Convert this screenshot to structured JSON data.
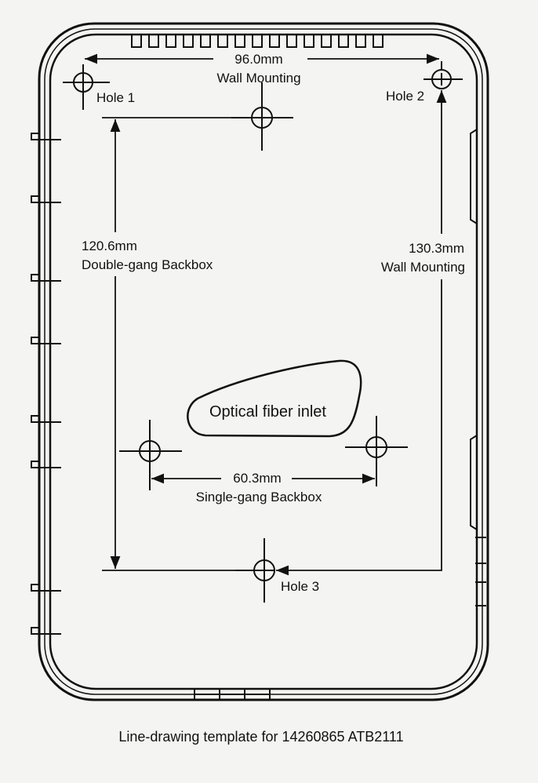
{
  "dimensions": {
    "wall_width": "96.0mm",
    "wall_width_caption": "Wall Mounting",
    "double_gang": "120.6mm",
    "double_gang_caption": "Double-gang Backbox",
    "wall_height": "130.3mm",
    "wall_height_caption": "Wall Mounting",
    "single_gang": "60.3mm",
    "single_gang_caption": "Single-gang Backbox"
  },
  "holes": {
    "hole1": "Hole 1",
    "hole2": "Hole 2",
    "hole3": "Hole 3"
  },
  "inlet": "Optical fiber inlet",
  "caption": "Line-drawing template for 14260865 ATB2111",
  "colors": {
    "ink": "#111111",
    "paper": "#f4f4f2"
  }
}
